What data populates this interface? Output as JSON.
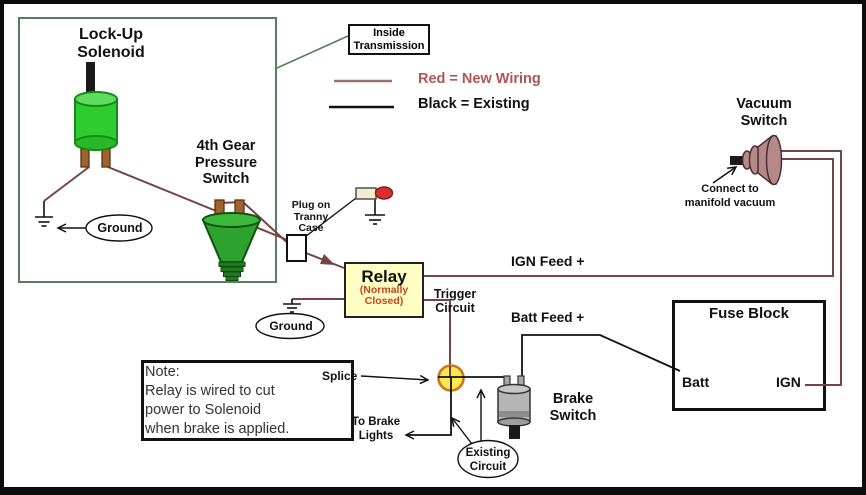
{
  "legend": {
    "red_label": "Red = New Wiring",
    "black_label": "Black = Existing"
  },
  "labels": {
    "lockup_solenoid": "Lock-Up\nSolenoid",
    "fourth_gear_switch": "4th Gear\nPressure\nSwitch",
    "inside_transmission": "Inside\nTransmission",
    "vacuum_switch": "Vacuum\nSwitch",
    "connect_manifold": "Connect to\nmanifold vacuum",
    "ign_feed": "IGN Feed +",
    "batt_feed": "Batt Feed +",
    "trigger_circuit": "Trigger\nCircuit",
    "plug_tranny": "Plug on\nTranny\nCase",
    "ground_left": "Ground",
    "ground_relay": "Ground",
    "splice": "Splice",
    "to_brake_lights": "To Brake\nLights",
    "existing_circuit": "Existing\nCircuit",
    "brake_switch": "Brake\nSwitch",
    "note": "Note:\nRelay is wired to cut\n power to Solenoid\nwhen brake is applied."
  },
  "relay": {
    "title": "Relay",
    "subtitle": "(Normally\nClosed)"
  },
  "fuse_block": {
    "title": "Fuse Block",
    "batt_terminal": "Batt",
    "ign_terminal": "IGN"
  },
  "colors": {
    "new_wiring": "#764444",
    "existing": "#111111",
    "legend_red_line": "#9c7070",
    "legend_red_text": "#b05555",
    "box_green": "#567d62",
    "relay_fill": "#ffffc4",
    "relay_sub_color": "#c8441c",
    "solenoid_green": "#2ecc2e",
    "switch_green": "#2ea22e",
    "pin_brown": "#a0622e",
    "splice_yellow": "#ffe84d",
    "splice_ring": "#c8781e",
    "vacuum_rosy": "#b58989",
    "connector_red": "#dd2e2e"
  }
}
